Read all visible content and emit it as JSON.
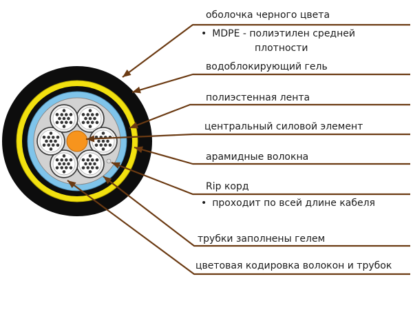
{
  "colors": {
    "leader": "#6b3a12",
    "jacket": "#0d0d0d",
    "gel": "#f2e10f",
    "tape": "#7fc4ea",
    "central": "#f7941d",
    "tube": "#f0f0f0",
    "fiber": "#333333"
  },
  "labels": {
    "jacket": "оболочка черного цвета",
    "jacket_note_1": "MDPE - полиэтилен средней",
    "jacket_note_2": "плотности",
    "gel": "водоблокирующий гель",
    "tape": "полиэстенная лента",
    "central": "центральный силовой элемент",
    "aramid": "арамидные волокна",
    "rip": "Rip корд",
    "rip_note": "проходит по всей длине кабеля",
    "tubes": "трубки заполнены гелем",
    "coding": "цветовая кодировка волокон и трубок"
  }
}
